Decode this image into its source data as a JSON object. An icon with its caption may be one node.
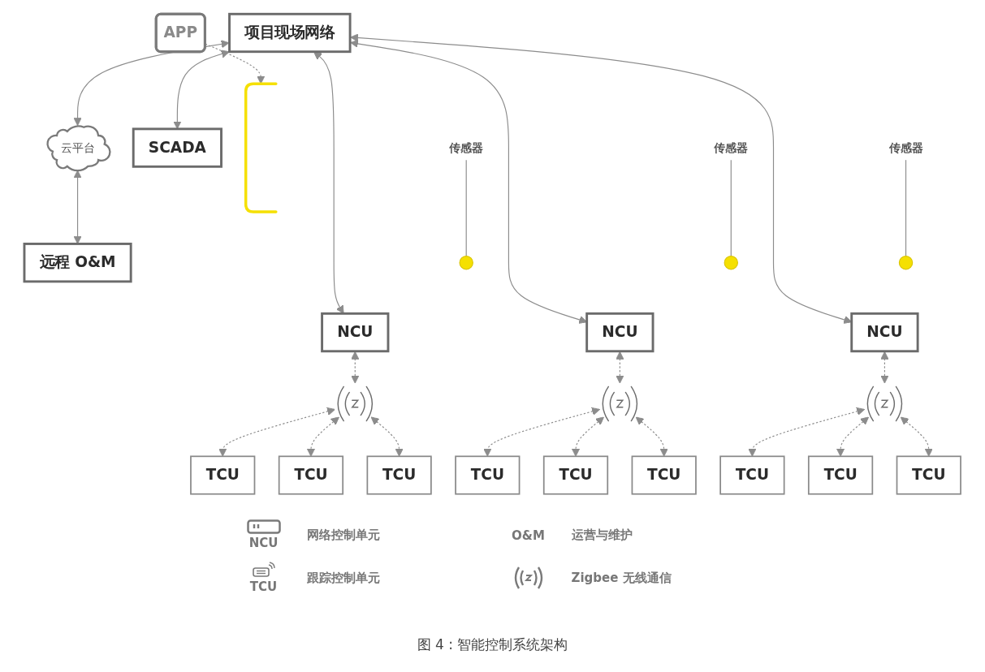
{
  "diagram": {
    "nodes": [
      {
        "text": [
          "APP"
        ]
      },
      {
        "text": [
          "项目现场网络"
        ]
      },
      {
        "text": [
          "云平台"
        ]
      },
      {
        "text": [
          "远程 O&M"
        ]
      },
      {
        "text": [
          "SCADA"
        ]
      },
      {
        "text": [],
        "shape": "bracket"
      },
      {
        "text": [
          "传感器"
        ]
      },
      {
        "text": [],
        "shape": "circle"
      },
      {
        "text": [
          "传感器"
        ]
      },
      {
        "text": [],
        "shape": "circle"
      },
      {
        "text": [],
        "shape": "circle"
      },
      {
        "text": [
          "传感器"
        ]
      },
      {
        "text": [
          "NCU"
        ]
      },
      {
        "text": [
          "NCU"
        ]
      },
      {
        "text": [
          "NCU"
        ]
      },
      {
        "text": [],
        "shape": "picture"
      },
      {
        "text": [],
        "shape": "picture"
      },
      {
        "text": [],
        "shape": "picture"
      },
      {
        "text": [
          "TCU"
        ]
      },
      {
        "text": [
          "TCU"
        ]
      },
      {
        "text": [
          "TCU"
        ]
      },
      {
        "text": [
          "TCU"
        ]
      },
      {
        "text": [
          "TCU"
        ]
      },
      {
        "text": [
          "TCU"
        ]
      },
      {
        "text": [
          "TCU"
        ]
      },
      {
        "text": [
          "TCU"
        ]
      },
      {
        "text": [
          "TCU"
        ]
      }
    ],
    "edges": [
      {
        "from": 1,
        "to": 2,
        "arrow": "both"
      },
      {
        "from": 2,
        "to": 3,
        "arrow": "both"
      },
      {
        "from": 1,
        "to": 4,
        "arrow": "both"
      },
      {
        "from": 1,
        "to": 12,
        "arrow": "both"
      },
      {
        "from": 1,
        "to": 13,
        "arrow": "both"
      },
      {
        "from": 1,
        "to": 14,
        "arrow": "both"
      },
      {
        "from": 0,
        "to": 5,
        "arrow": "to",
        "style": "dashed"
      },
      {
        "from": 6,
        "to": 7,
        "arrow": "none"
      },
      {
        "from": 8,
        "to": 9,
        "arrow": "none"
      },
      {
        "from": 11,
        "to": 10,
        "arrow": "none"
      },
      {
        "from": 12,
        "to": 15,
        "arrow": "both",
        "style": "dashed"
      },
      {
        "from": 13,
        "to": 16,
        "arrow": "both",
        "style": "dashed"
      },
      {
        "from": 14,
        "to": 17,
        "arrow": "both",
        "style": "dashed"
      },
      {
        "from": 15,
        "to": 18,
        "arrow": "both",
        "style": "dashed"
      },
      {
        "from": 15,
        "to": 19,
        "arrow": "both",
        "style": "dashed"
      },
      {
        "from": 15,
        "to": 20,
        "arrow": "both",
        "style": "dashed"
      },
      {
        "from": 16,
        "to": 21,
        "arrow": "both",
        "style": "dashed"
      },
      {
        "from": 16,
        "to": 22,
        "arrow": "both",
        "style": "dashed"
      },
      {
        "from": 16,
        "to": 23,
        "arrow": "both",
        "style": "dashed"
      },
      {
        "from": 17,
        "to": 24,
        "arrow": "both",
        "style": "dashed"
      },
      {
        "from": 17,
        "to": 25,
        "arrow": "both",
        "style": "dashed"
      },
      {
        "from": 17,
        "to": 26,
        "arrow": "both",
        "style": "dashed"
      }
    ],
    "labels": [
      "NCU",
      "O&M",
      "TCU"
    ],
    "legend": [
      {
        "text": "网络控制单元"
      },
      {
        "text": "运营与维护"
      },
      {
        "text": "跟踪控制单元"
      },
      {
        "text": "Zigbee 无线通信"
      }
    ],
    "caption": "图 4 : 智能控制系统架构"
  }
}
